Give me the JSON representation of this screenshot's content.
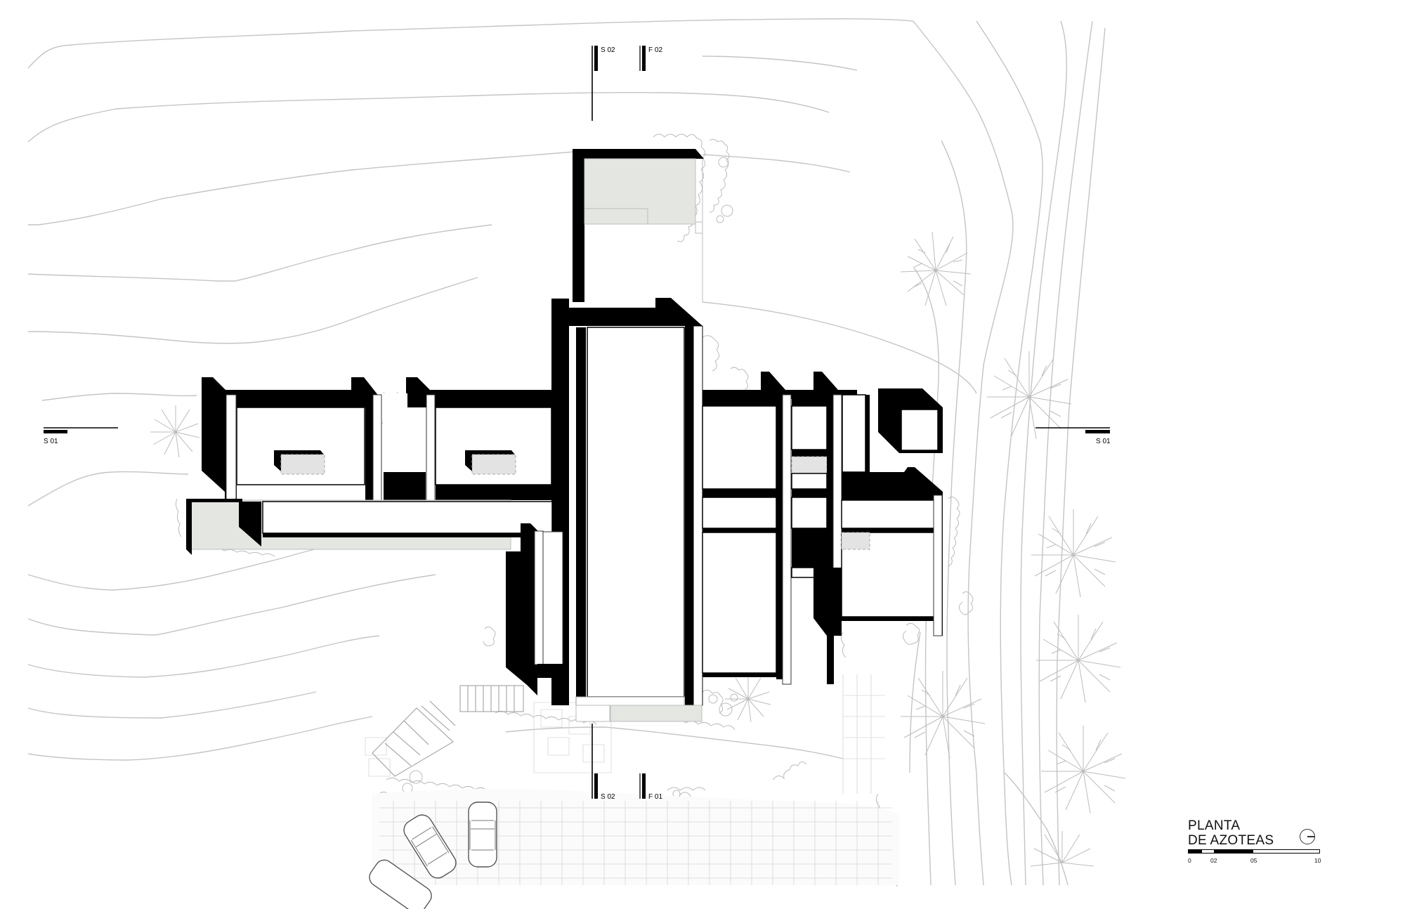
{
  "drawing": {
    "title_line1": "PLANTA",
    "title_line2": "DE AZOTEAS",
    "north_arrow": "north-arrow-icon",
    "scale_bar": {
      "labels": [
        "0",
        "02",
        "05",
        "10"
      ],
      "segments": [
        "black",
        "white",
        "black",
        "white"
      ]
    },
    "section_markers": {
      "top_s02": "S 02",
      "top_f02": "F 02",
      "bottom_s02": "S 02",
      "bottom_f01": "F 01",
      "left_s01": "S 01",
      "right_s01": "S 01"
    },
    "colors": {
      "wall_shadow": "#000000",
      "roof": "#ffffff",
      "terrace": "#e4e6e2",
      "skylight": "#e3e3e3",
      "contour": "#c4c4c4"
    }
  }
}
